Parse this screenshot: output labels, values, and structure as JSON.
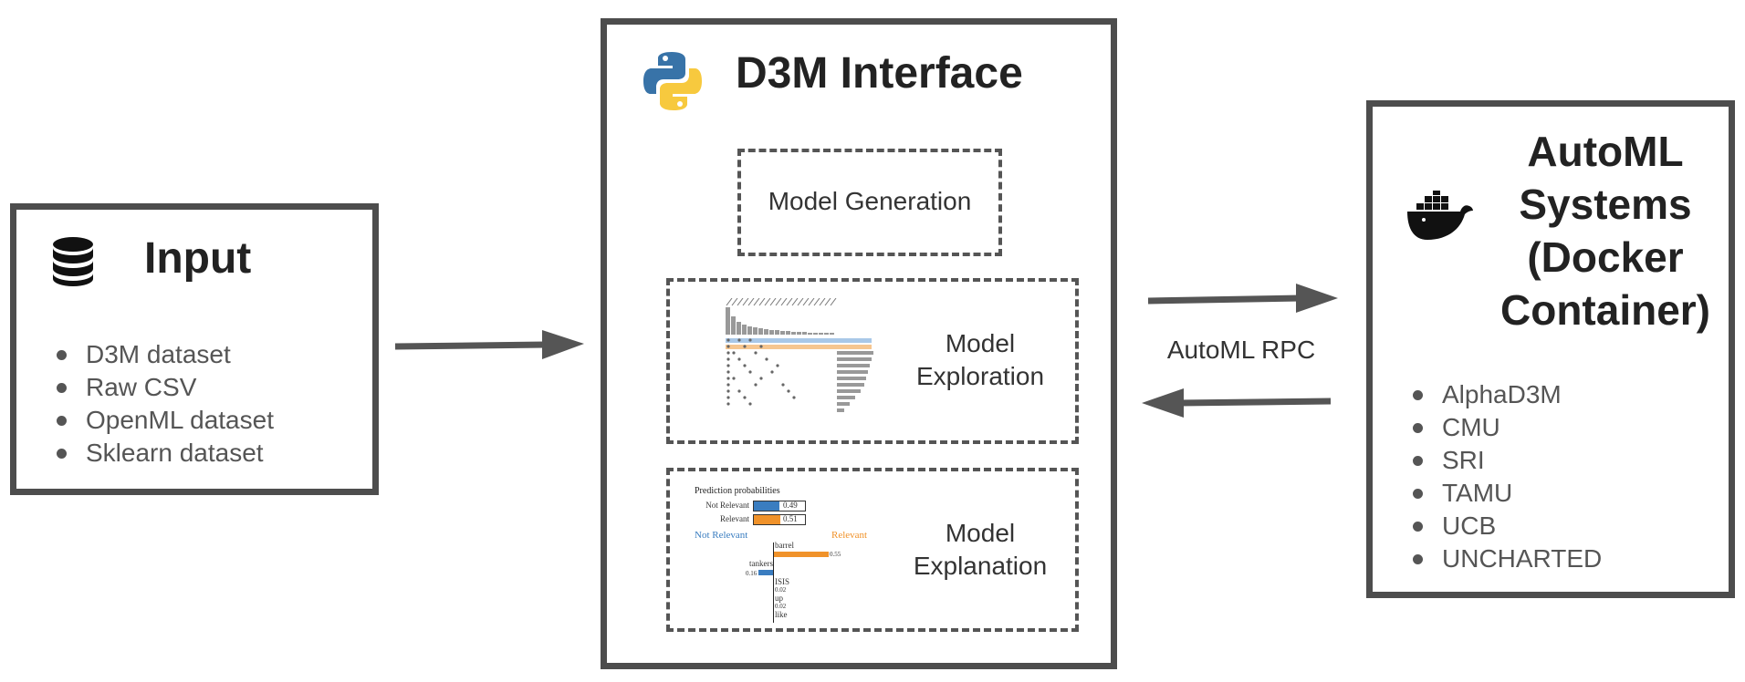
{
  "input": {
    "title": "Input",
    "icon": "database-icon",
    "items": [
      "D3M dataset",
      "Raw CSV",
      "OpenML dataset",
      "Sklearn dataset"
    ]
  },
  "d3m": {
    "title": "D3M Interface",
    "icon": "python-logo-icon",
    "model_generation": "Model Generation",
    "model_exploration": [
      "Model",
      "Exploration"
    ],
    "model_explanation": [
      "Model",
      "Explanation"
    ],
    "explanation_thumb": {
      "heading": "Prediction probabilities",
      "rows": [
        {
          "label": "Not Relevant",
          "value": "0.49",
          "color": "#3a7dc0"
        },
        {
          "label": "Relevant",
          "value": "0.51",
          "color": "#f0922a"
        }
      ],
      "left_class": "Not Relevant",
      "right_class": "Relevant",
      "words": [
        {
          "word": "barrel",
          "value": "0.55"
        },
        {
          "word": "tankers",
          "value": "0.16"
        },
        {
          "word": "ISIS",
          "value": "0.02"
        },
        {
          "word": "up",
          "value": "0.02"
        },
        {
          "word": "like",
          "value": ""
        }
      ]
    }
  },
  "connector": {
    "label": "AutoML RPC"
  },
  "automl": {
    "title": [
      "AutoML",
      "Systems",
      "(Docker",
      "Container)"
    ],
    "icon": "docker-whale-icon",
    "items": [
      "AlphaD3M",
      "CMU",
      "SRI",
      "TAMU",
      "UCB",
      "UNCHARTED"
    ]
  },
  "colors": {
    "border": "#4d4d4d",
    "python_blue": "#3873a8",
    "python_yellow": "#f7c93e",
    "lime_blue": "#3a7dc0",
    "lime_orange": "#f0922a"
  }
}
